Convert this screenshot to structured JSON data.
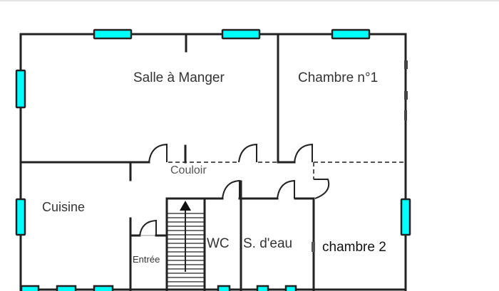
{
  "plan": {
    "rooms": [
      {
        "id": "salle",
        "label": "Salle à Manger"
      },
      {
        "id": "chambre1",
        "label": "Chambre n°1"
      },
      {
        "id": "couloir",
        "label": "Couloir"
      },
      {
        "id": "cuisine",
        "label": "Cuisine"
      },
      {
        "id": "entree",
        "label": "Entrée"
      },
      {
        "id": "wc",
        "label": "WC"
      },
      {
        "id": "sdeau",
        "label": "S. d'eau"
      },
      {
        "id": "chambre2",
        "label": "chambre 2"
      }
    ],
    "colors": {
      "window": "#00ffff",
      "wall": "#222222",
      "background": "#ffffff"
    }
  }
}
